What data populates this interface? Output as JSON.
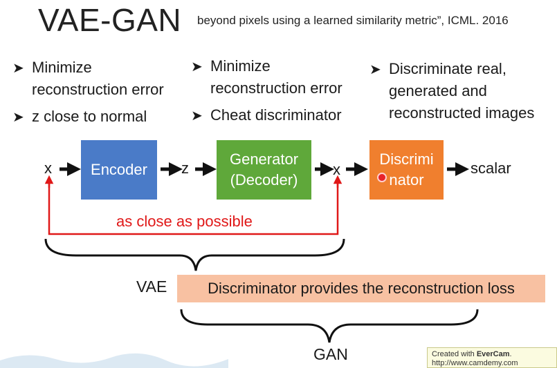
{
  "header": {
    "title": "VAE-GAN",
    "citation_line2": "beyond pixels using a learned similarity metric”, ICML. 2016"
  },
  "bullets": {
    "col1": [
      "Minimize",
      "reconstruction error",
      "z close to normal"
    ],
    "col2": [
      "Minimize",
      "reconstruction error",
      "Cheat discriminator"
    ],
    "col3": [
      "Discriminate real,",
      "generated and",
      "reconstructed images"
    ]
  },
  "diagram": {
    "input_x": "x",
    "latent_z": "z",
    "output_x": "x",
    "encoder": "Encoder",
    "generator_line1": "Generator",
    "generator_line2": "(Decoder)",
    "discriminator_line1": "Discrimi",
    "discriminator_line2": "nator",
    "scalar": "scalar",
    "close_label": "as close as possible"
  },
  "bottom": {
    "vae_label": "VAE",
    "loss_text": "Discriminator provides the reconstruction loss",
    "gan_label": "GAN"
  },
  "watermark": {
    "prefix": "Created with ",
    "brand": "EverCam",
    "suffix": ".",
    "url": "http://www.camdemy.com"
  },
  "colors": {
    "encoder": "#4a7bc8",
    "generator": "#5fa83a",
    "discriminator": "#f07f2e",
    "loss_box": "#f8c1a2",
    "close_arrow": "#e01818"
  }
}
